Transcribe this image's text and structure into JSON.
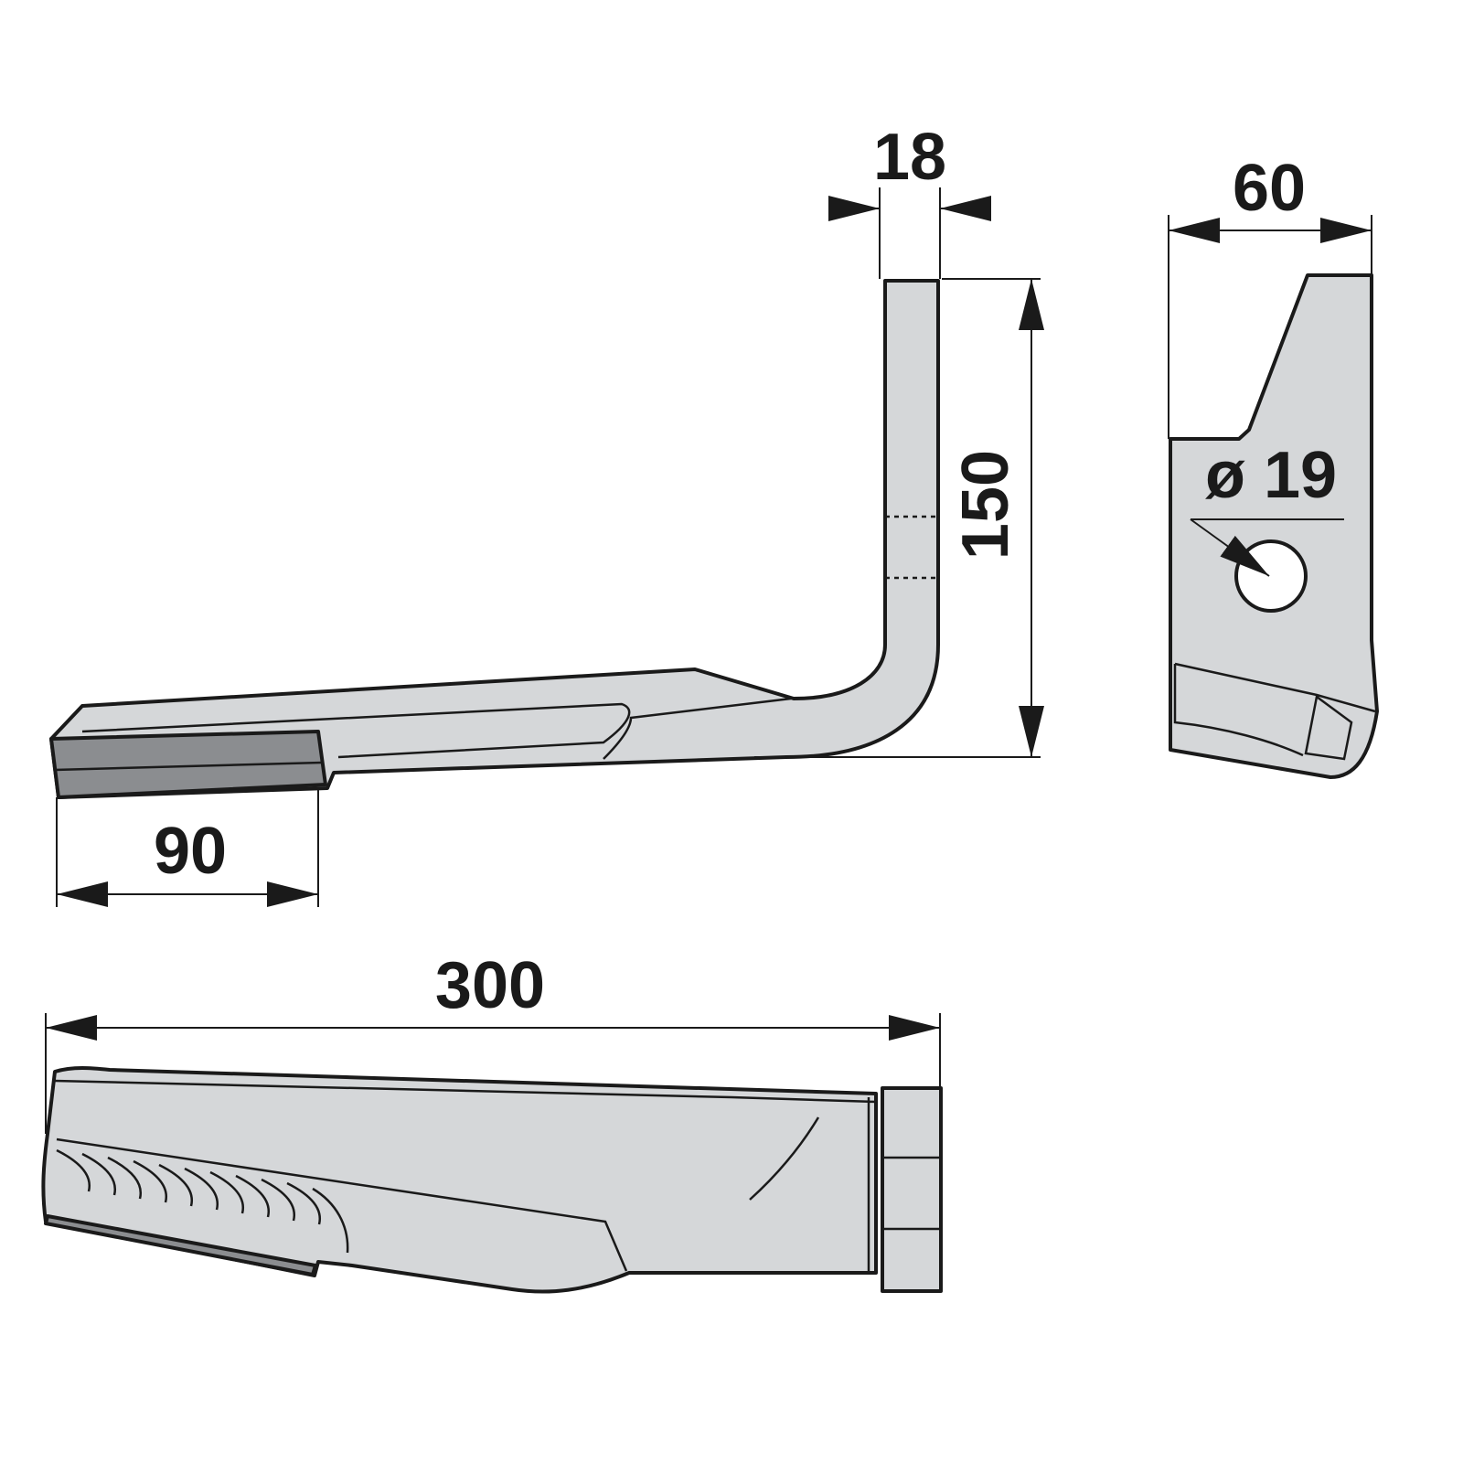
{
  "title": "Rotary tiller blade technical drawing",
  "dimensions": {
    "thickness": "18",
    "height": "150",
    "width": "60",
    "hole_diameter": "ø 19",
    "insert_length": "90",
    "total_length": "300"
  },
  "colors": {
    "part_fill": "#d5d7d9",
    "insert_fill": "#8b8d90",
    "line": "#1a1a1a"
  }
}
